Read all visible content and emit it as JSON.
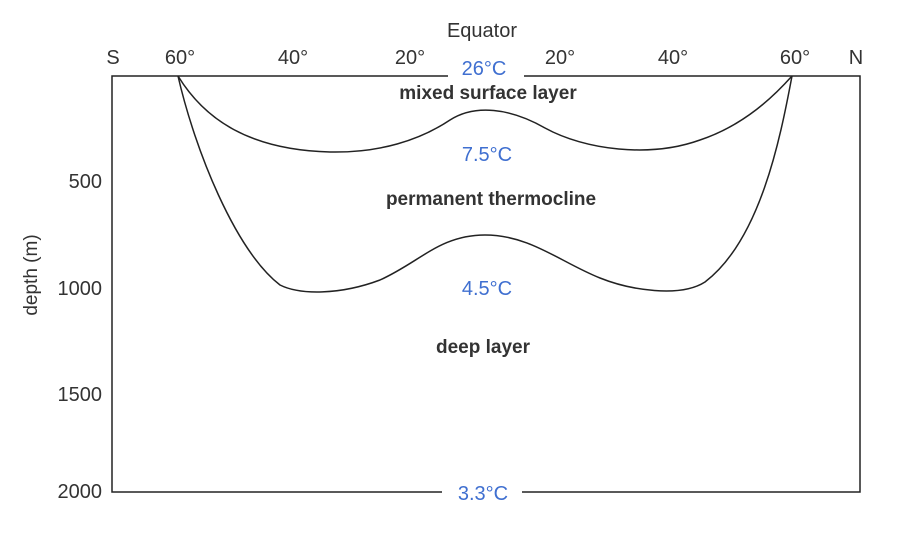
{
  "diagram": {
    "top_label": "Equator",
    "hemisphere_left": "S",
    "hemisphere_right": "N",
    "latitude_ticks": [
      "60°",
      "40°",
      "20°",
      "20°",
      "40°",
      "60°"
    ],
    "y_axis_label": "depth (m)",
    "y_ticks": [
      "500",
      "1000",
      "1500",
      "2000"
    ],
    "layers": {
      "surface": "mixed surface layer",
      "thermocline": "permanent thermocline",
      "deep": "deep layer"
    },
    "temperatures": {
      "surface": "26°C",
      "upper_boundary": "7.5°C",
      "lower_boundary": "4.5°C",
      "bottom": "3.3°C"
    },
    "colors": {
      "temperature": "#3f6fd0",
      "text": "#333333",
      "line": "#222222"
    }
  }
}
